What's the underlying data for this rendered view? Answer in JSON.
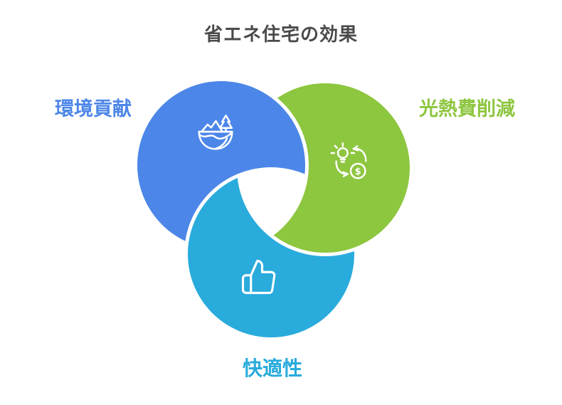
{
  "title": "省エネ住宅の効果",
  "title_color": "#4A4A4A",
  "background_color": "#FFFFFF",
  "diagram": {
    "type": "venn-swirl-3",
    "center_overlap_color": "#FFFFFF",
    "icon_stroke_color": "#FFFFFF",
    "circles": [
      {
        "id": "environment",
        "label": "環境貢献",
        "color": "#4C86E8",
        "icon": "mountain-globe-icon",
        "position": "top-left"
      },
      {
        "id": "utility-cost",
        "label": "光熱費削減",
        "color": "#8DC63F",
        "icon": "bulb-dollar-cycle-icon",
        "currency_symbol": "$",
        "position": "top-right"
      },
      {
        "id": "comfort",
        "label": "快適性",
        "color": "#29ABDC",
        "icon": "thumbs-up-icon",
        "position": "bottom"
      }
    ]
  }
}
